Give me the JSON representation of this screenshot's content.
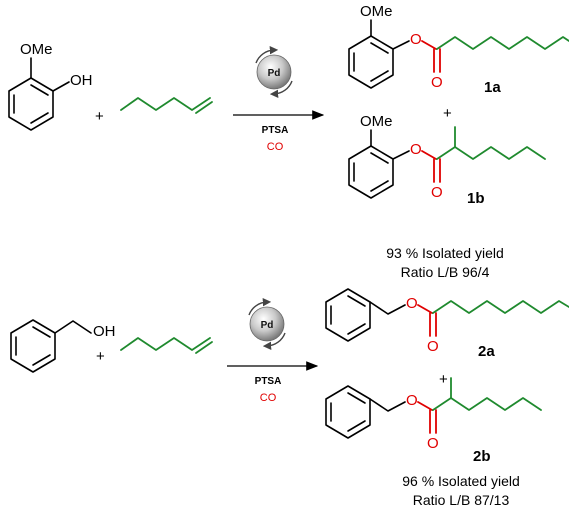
{
  "scheme1": {
    "reactant_ome": "OMe",
    "reactant_oh": "OH",
    "plus_reactants": "+",
    "reagent": "PTSA",
    "gas": "CO",
    "catalyst": "Pd",
    "p1_ome": "OMe",
    "p1_o": "O",
    "p1_carbonyl_o": "O",
    "p1_label": "1a",
    "plus_products": "+",
    "p2_ome": "OMe",
    "p2_o": "O",
    "p2_carbonyl_o": "O",
    "p2_label": "1b",
    "yield_text": "93 % Isolated yield",
    "ratio_text": "Ratio L/B 96/4"
  },
  "scheme2": {
    "reactant_oh": "OH",
    "plus_reactants": "+",
    "reagent": "PTSA",
    "gas": "CO",
    "catalyst": "Pd",
    "p1_o": "O",
    "p1_carbonyl_o": "O",
    "p1_label": "2a",
    "plus_products": "+",
    "p2_o": "O",
    "p2_carbonyl_o": "O",
    "p2_label": "2b",
    "yield_text": "96 % Isolated yield",
    "ratio_text": "Ratio L/B 87/13"
  },
  "colors": {
    "chain": "#1f8a2e",
    "ester": "#e00000",
    "bond": "#000000"
  }
}
